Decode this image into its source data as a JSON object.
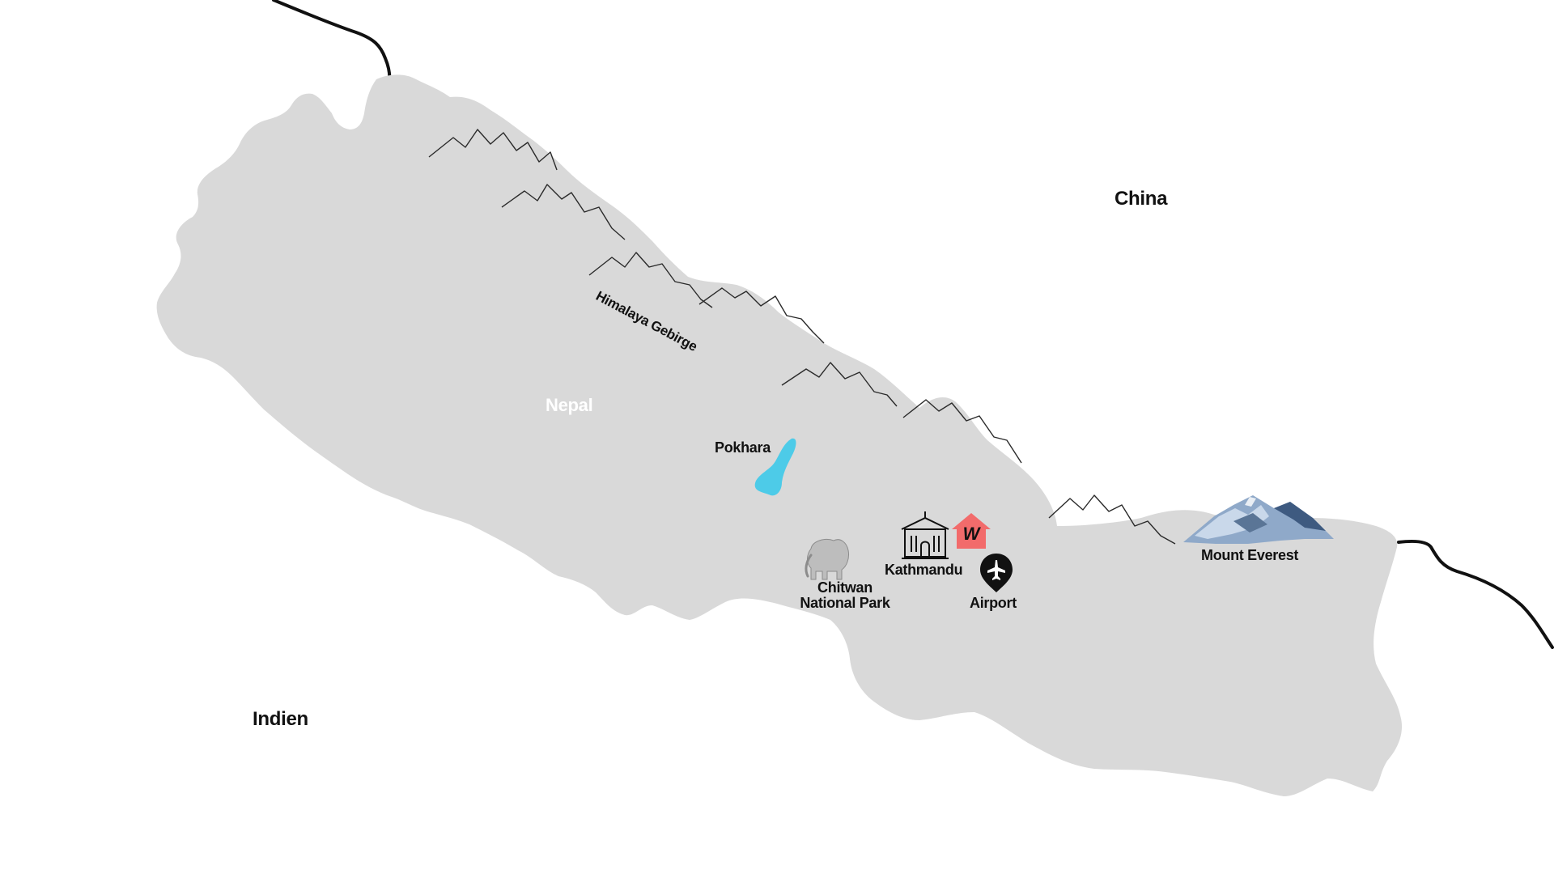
{
  "countries": {
    "nepal": "Nepal",
    "china": "China",
    "india": "Indien"
  },
  "range": "Himalaya Gebirge",
  "places": {
    "pokhara": "Pokhara",
    "kathmandu": "Kathmandu",
    "airport": "Airport",
    "chitwan_line1": "Chitwan",
    "chitwan_line2": "National Park",
    "everest": "Mount Everest"
  },
  "logo_letter": "W",
  "icons": {
    "mountains": "mountain-sketch-icon",
    "lake": "lake-icon",
    "elephant": "elephant-icon",
    "building": "government-building-icon",
    "home": "house-logo-icon",
    "airport": "airport-pin-icon",
    "everest": "snowy-mountain-icon"
  },
  "colors": {
    "land": "#d9d9d9",
    "lake": "#4dcbe8",
    "home": "#f26b6b",
    "border": "#111111",
    "text": "#111111",
    "nepal_label": "#ffffff"
  }
}
